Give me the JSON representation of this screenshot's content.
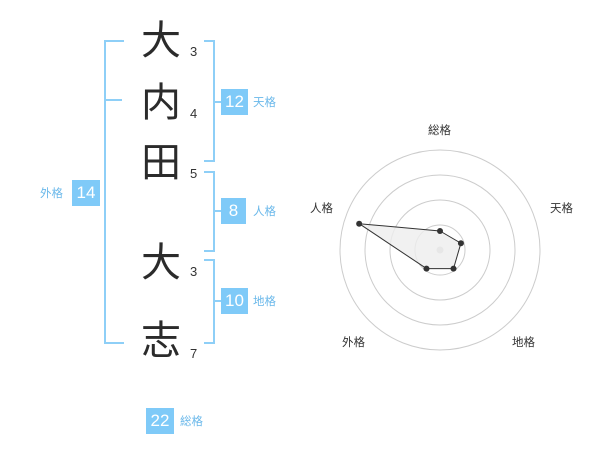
{
  "name_chars": [
    {
      "char": "大",
      "strokes": "3"
    },
    {
      "char": "内",
      "strokes": "4"
    },
    {
      "char": "田",
      "strokes": "5"
    },
    {
      "char": "大",
      "strokes": "3"
    },
    {
      "char": "志",
      "strokes": "7"
    }
  ],
  "fortunes": {
    "tenkaku": {
      "value": "12",
      "label": "天格"
    },
    "jinkaku": {
      "value": "8",
      "label": "人格"
    },
    "chikaku": {
      "value": "10",
      "label": "地格"
    },
    "gaikaku": {
      "value": "14",
      "label": "外格"
    },
    "soukaku": {
      "value": "22",
      "label": "総格"
    }
  },
  "radar": {
    "axes": [
      "総格",
      "天格",
      "地格",
      "外格",
      "人格"
    ],
    "levels": 4,
    "values": [
      0.19,
      0.22,
      0.23,
      0.23,
      0.85
    ],
    "line_color": "#333333",
    "fill_color": "#eeeeee",
    "grid_color": "#cccccc"
  },
  "colors": {
    "accent": "#7fcaf8",
    "accent_text": "#6ab8ea"
  }
}
